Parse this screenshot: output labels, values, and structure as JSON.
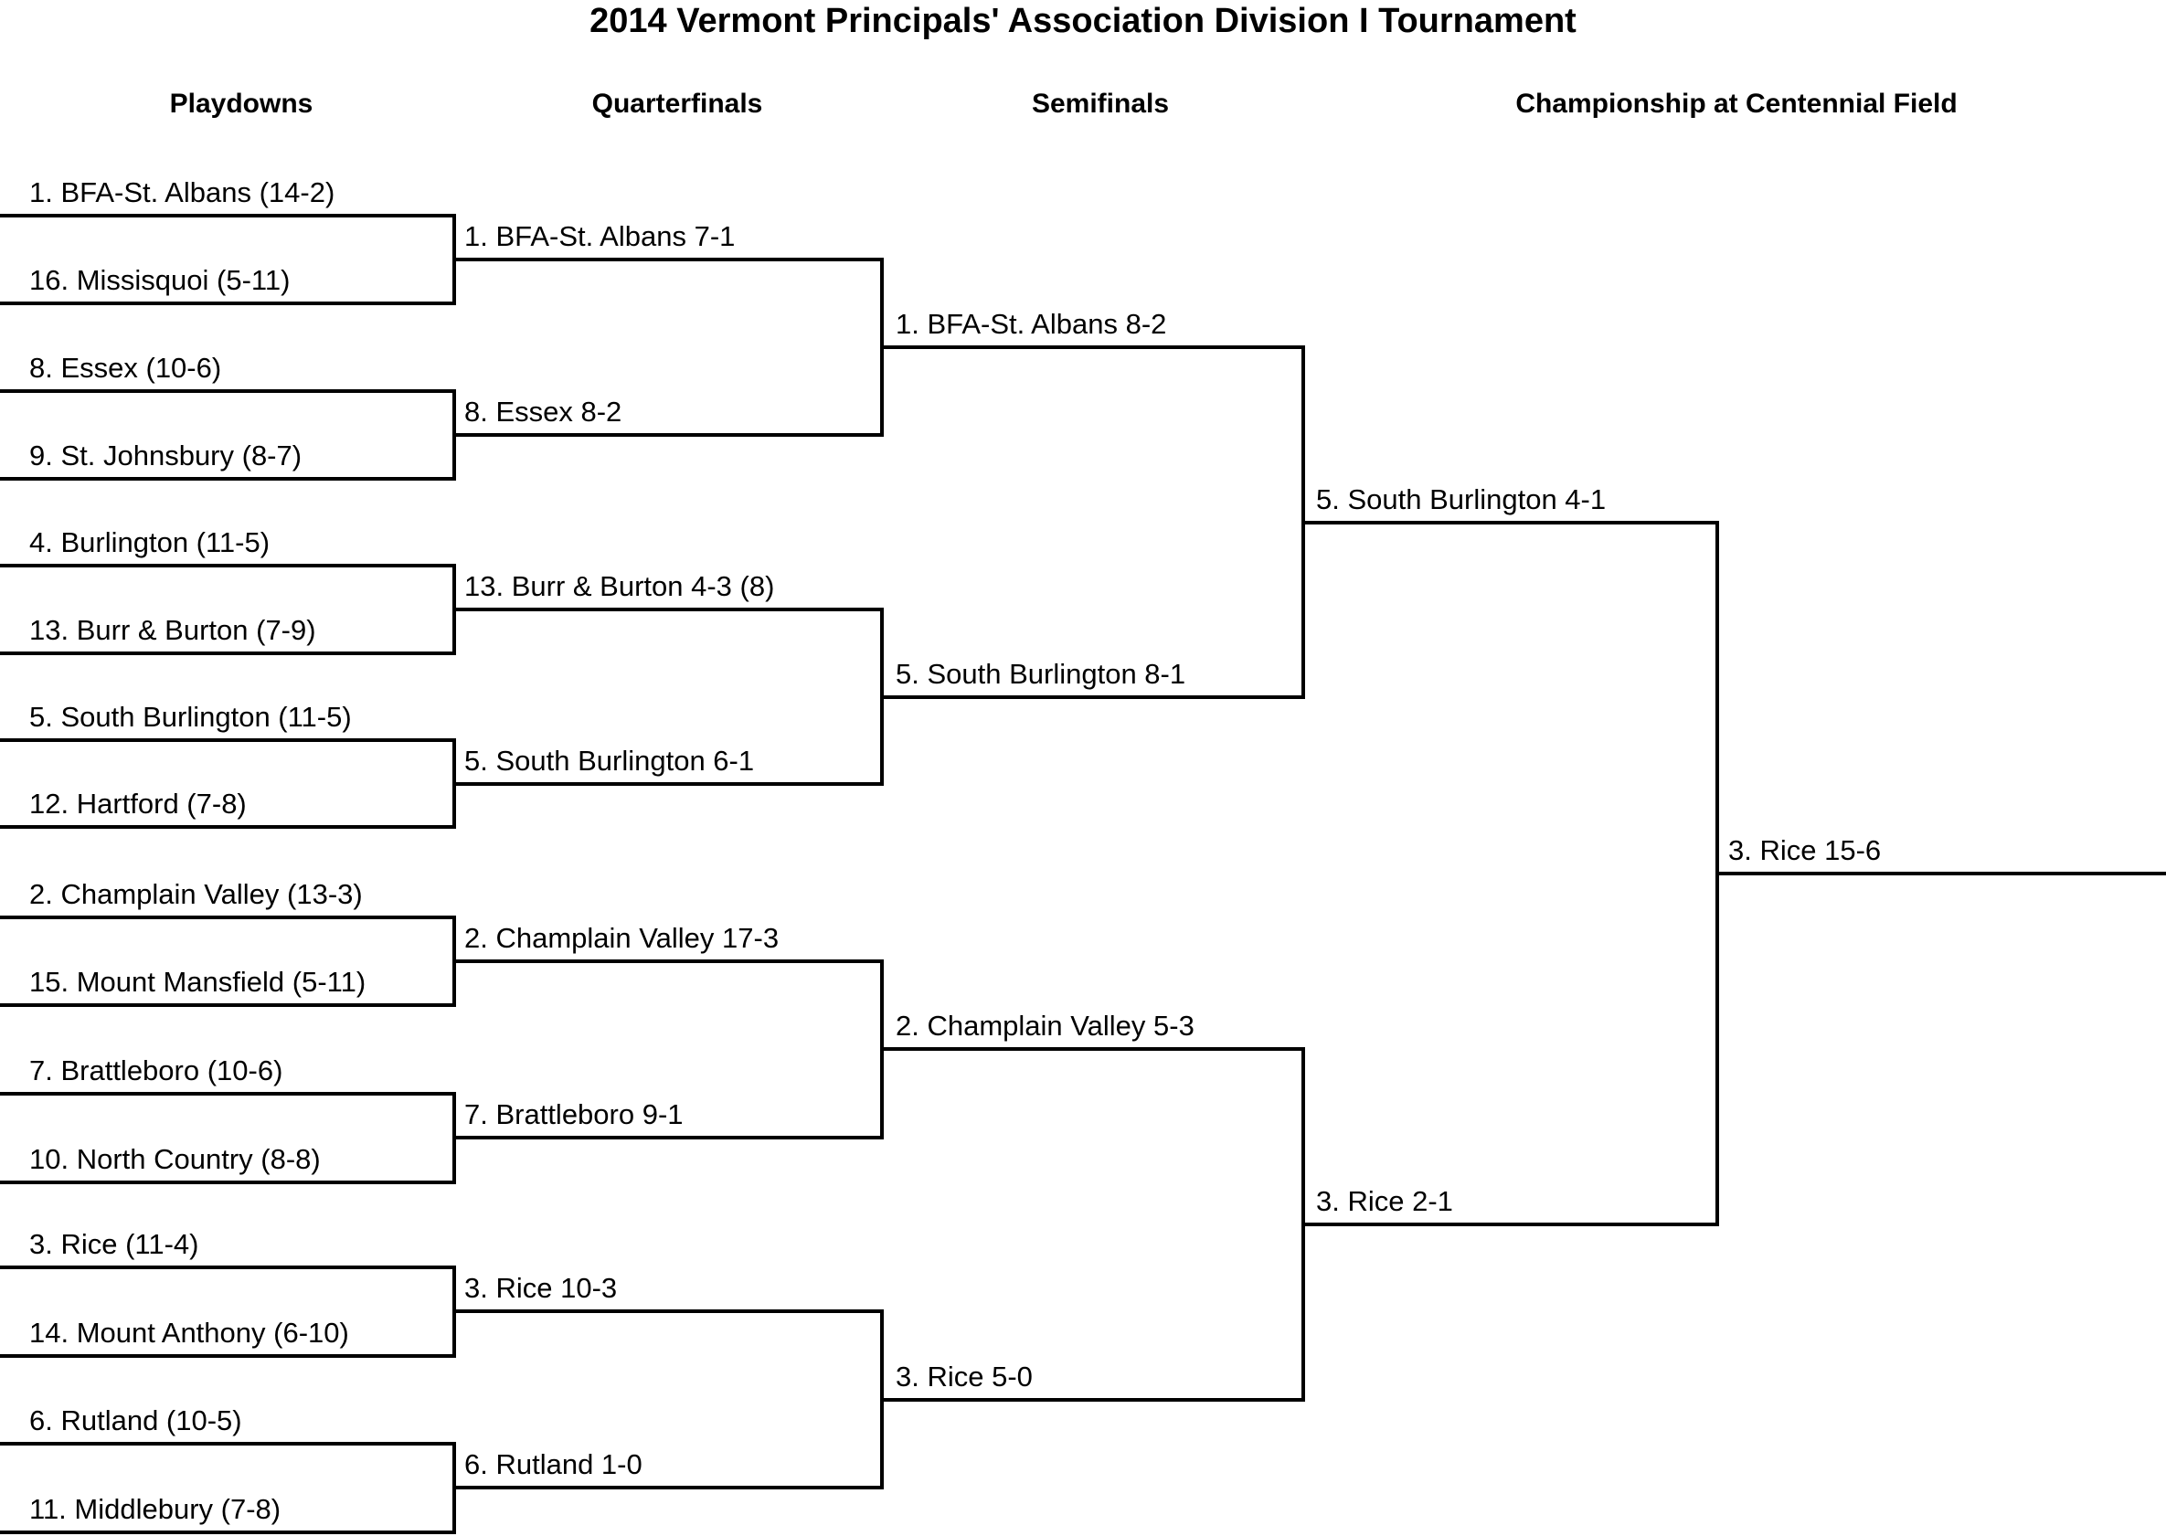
{
  "title": "2014 Vermont Principals' Association Division I Tournament",
  "round_headers": {
    "playdowns": "Playdowns",
    "quarterfinals": "Quarterfinals",
    "semifinals": "Semifinals",
    "championship": "Championship at Centennial Field"
  },
  "rounds": {
    "playdowns": [
      "1. BFA-St. Albans (14-2)",
      "16. Missisquoi (5-11)",
      "8. Essex (10-6)",
      "9. St. Johnsbury (8-7)",
      "4. Burlington (11-5)",
      "13. Burr & Burton (7-9)",
      "5. South Burlington (11-5)",
      "12. Hartford (7-8)",
      "2. Champlain Valley (13-3)",
      "15. Mount Mansfield (5-11)",
      "7. Brattleboro (10-6)",
      "10. North Country (8-8)",
      "3. Rice (11-4)",
      "14. Mount Anthony (6-10)",
      "6. Rutland (10-5)",
      "11. Middlebury (7-8)"
    ],
    "quarterfinals": [
      "1. BFA-St. Albans 7-1",
      "8. Essex 8-2",
      "13. Burr & Burton 4-3 (8)",
      "5. South Burlington 6-1",
      "2. Champlain Valley 17-3",
      "7. Brattleboro 9-1",
      "3. Rice 10-3",
      "6. Rutland 1-0"
    ],
    "semifinals": [
      "1. BFA-St. Albans 8-2",
      "5. South Burlington 8-1",
      "2. Champlain Valley 5-3",
      "3. Rice 5-0"
    ],
    "championship": [
      "5. South Burlington 4-1",
      "3. Rice 2-1"
    ],
    "champion": "3. Rice 15-6"
  },
  "colors": {
    "line": "#000000",
    "text": "#000000",
    "background": "#ffffff"
  }
}
